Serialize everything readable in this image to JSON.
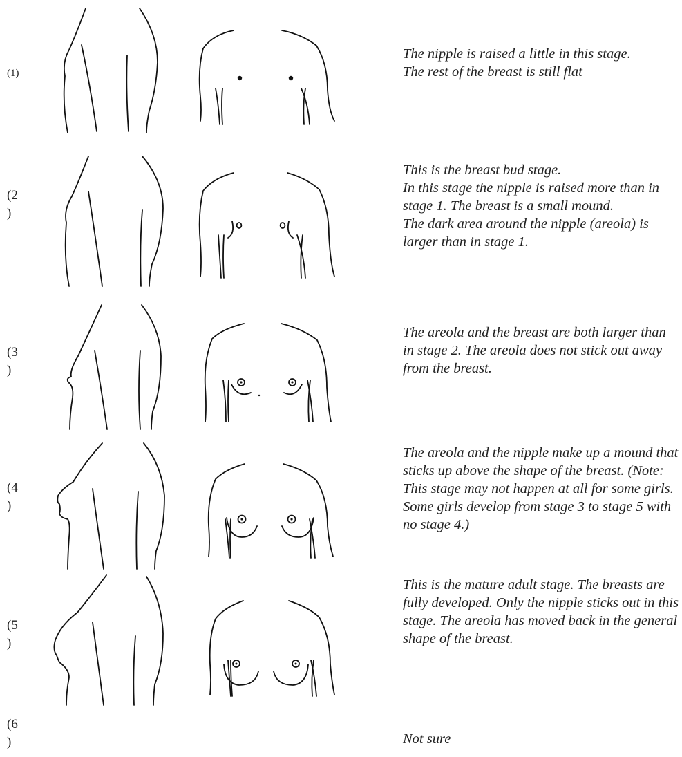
{
  "stages": [
    {
      "number": "(1)",
      "lines": [
        "The nipple is raised a little in this stage.",
        "The rest of the breast is still flat"
      ]
    },
    {
      "number": "(2\n)",
      "lines": [
        "This is the breast bud stage.",
        "In this stage the nipple is raised more than in stage 1. The breast is a small mound.",
        "The dark area around the nipple (areola) is larger than in stage 1."
      ]
    },
    {
      "number": "(3\n)",
      "lines": [
        "The areola and the breast are both larger than in stage 2. The areola does not stick out away from the breast."
      ]
    },
    {
      "number": "(4\n)",
      "lines": [
        "The areola and the nipple make up a mound that sticks up above the shape of the breast. (Note: This stage may not happen at all for some girls. Some girls develop from stage 3 to stage 5 with no stage 4.)"
      ]
    },
    {
      "number": "(5\n)",
      "lines": [
        "This is the mature adult stage. The breasts are fully developed. Only the nipple sticks out in this stage. The areola has moved back in the general shape of the breast."
      ]
    },
    {
      "number": "(6\n)",
      "lines": [
        "Not sure"
      ]
    }
  ]
}
